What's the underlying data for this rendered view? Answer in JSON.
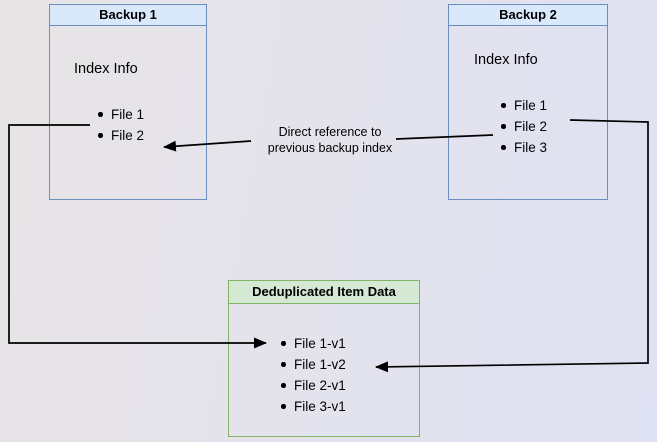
{
  "colors": {
    "blue_border": "#6c8ebf",
    "blue_fill": "#dae8fc",
    "green_border": "#82b366",
    "green_fill": "#d5e8d4",
    "line": "#000000"
  },
  "boxes": {
    "backup1": {
      "title": "Backup 1",
      "body_label": "Index Info",
      "items": [
        "File 1",
        "File 2"
      ]
    },
    "backup2": {
      "title": "Backup 2",
      "body_label": "Index Info",
      "items": [
        "File 1",
        "File 2",
        "File 3"
      ]
    },
    "dedup": {
      "title": "Deduplicated Item Data",
      "items": [
        "File 1-v1",
        "File 1-v2",
        "File 2-v1",
        "File 3-v1"
      ]
    }
  },
  "annotation": {
    "line1": "Direct reference to",
    "line2": "previous backup index"
  },
  "arrows": [
    {
      "name": "backup1-file1-to-dedup-file1v1",
      "from": "Backup 1 / File 1",
      "to": "Deduplicated Item Data / File 1-v1"
    },
    {
      "name": "backup2-file2-to-backup1-index",
      "from": "Backup 2 / File 2",
      "to": "Backup 1 / File 2",
      "label": "Direct reference to previous backup index"
    },
    {
      "name": "backup2-file1-to-dedup-file1v2",
      "from": "Backup 2 / File 1",
      "to": "Deduplicated Item Data / File 1-v2"
    }
  ]
}
